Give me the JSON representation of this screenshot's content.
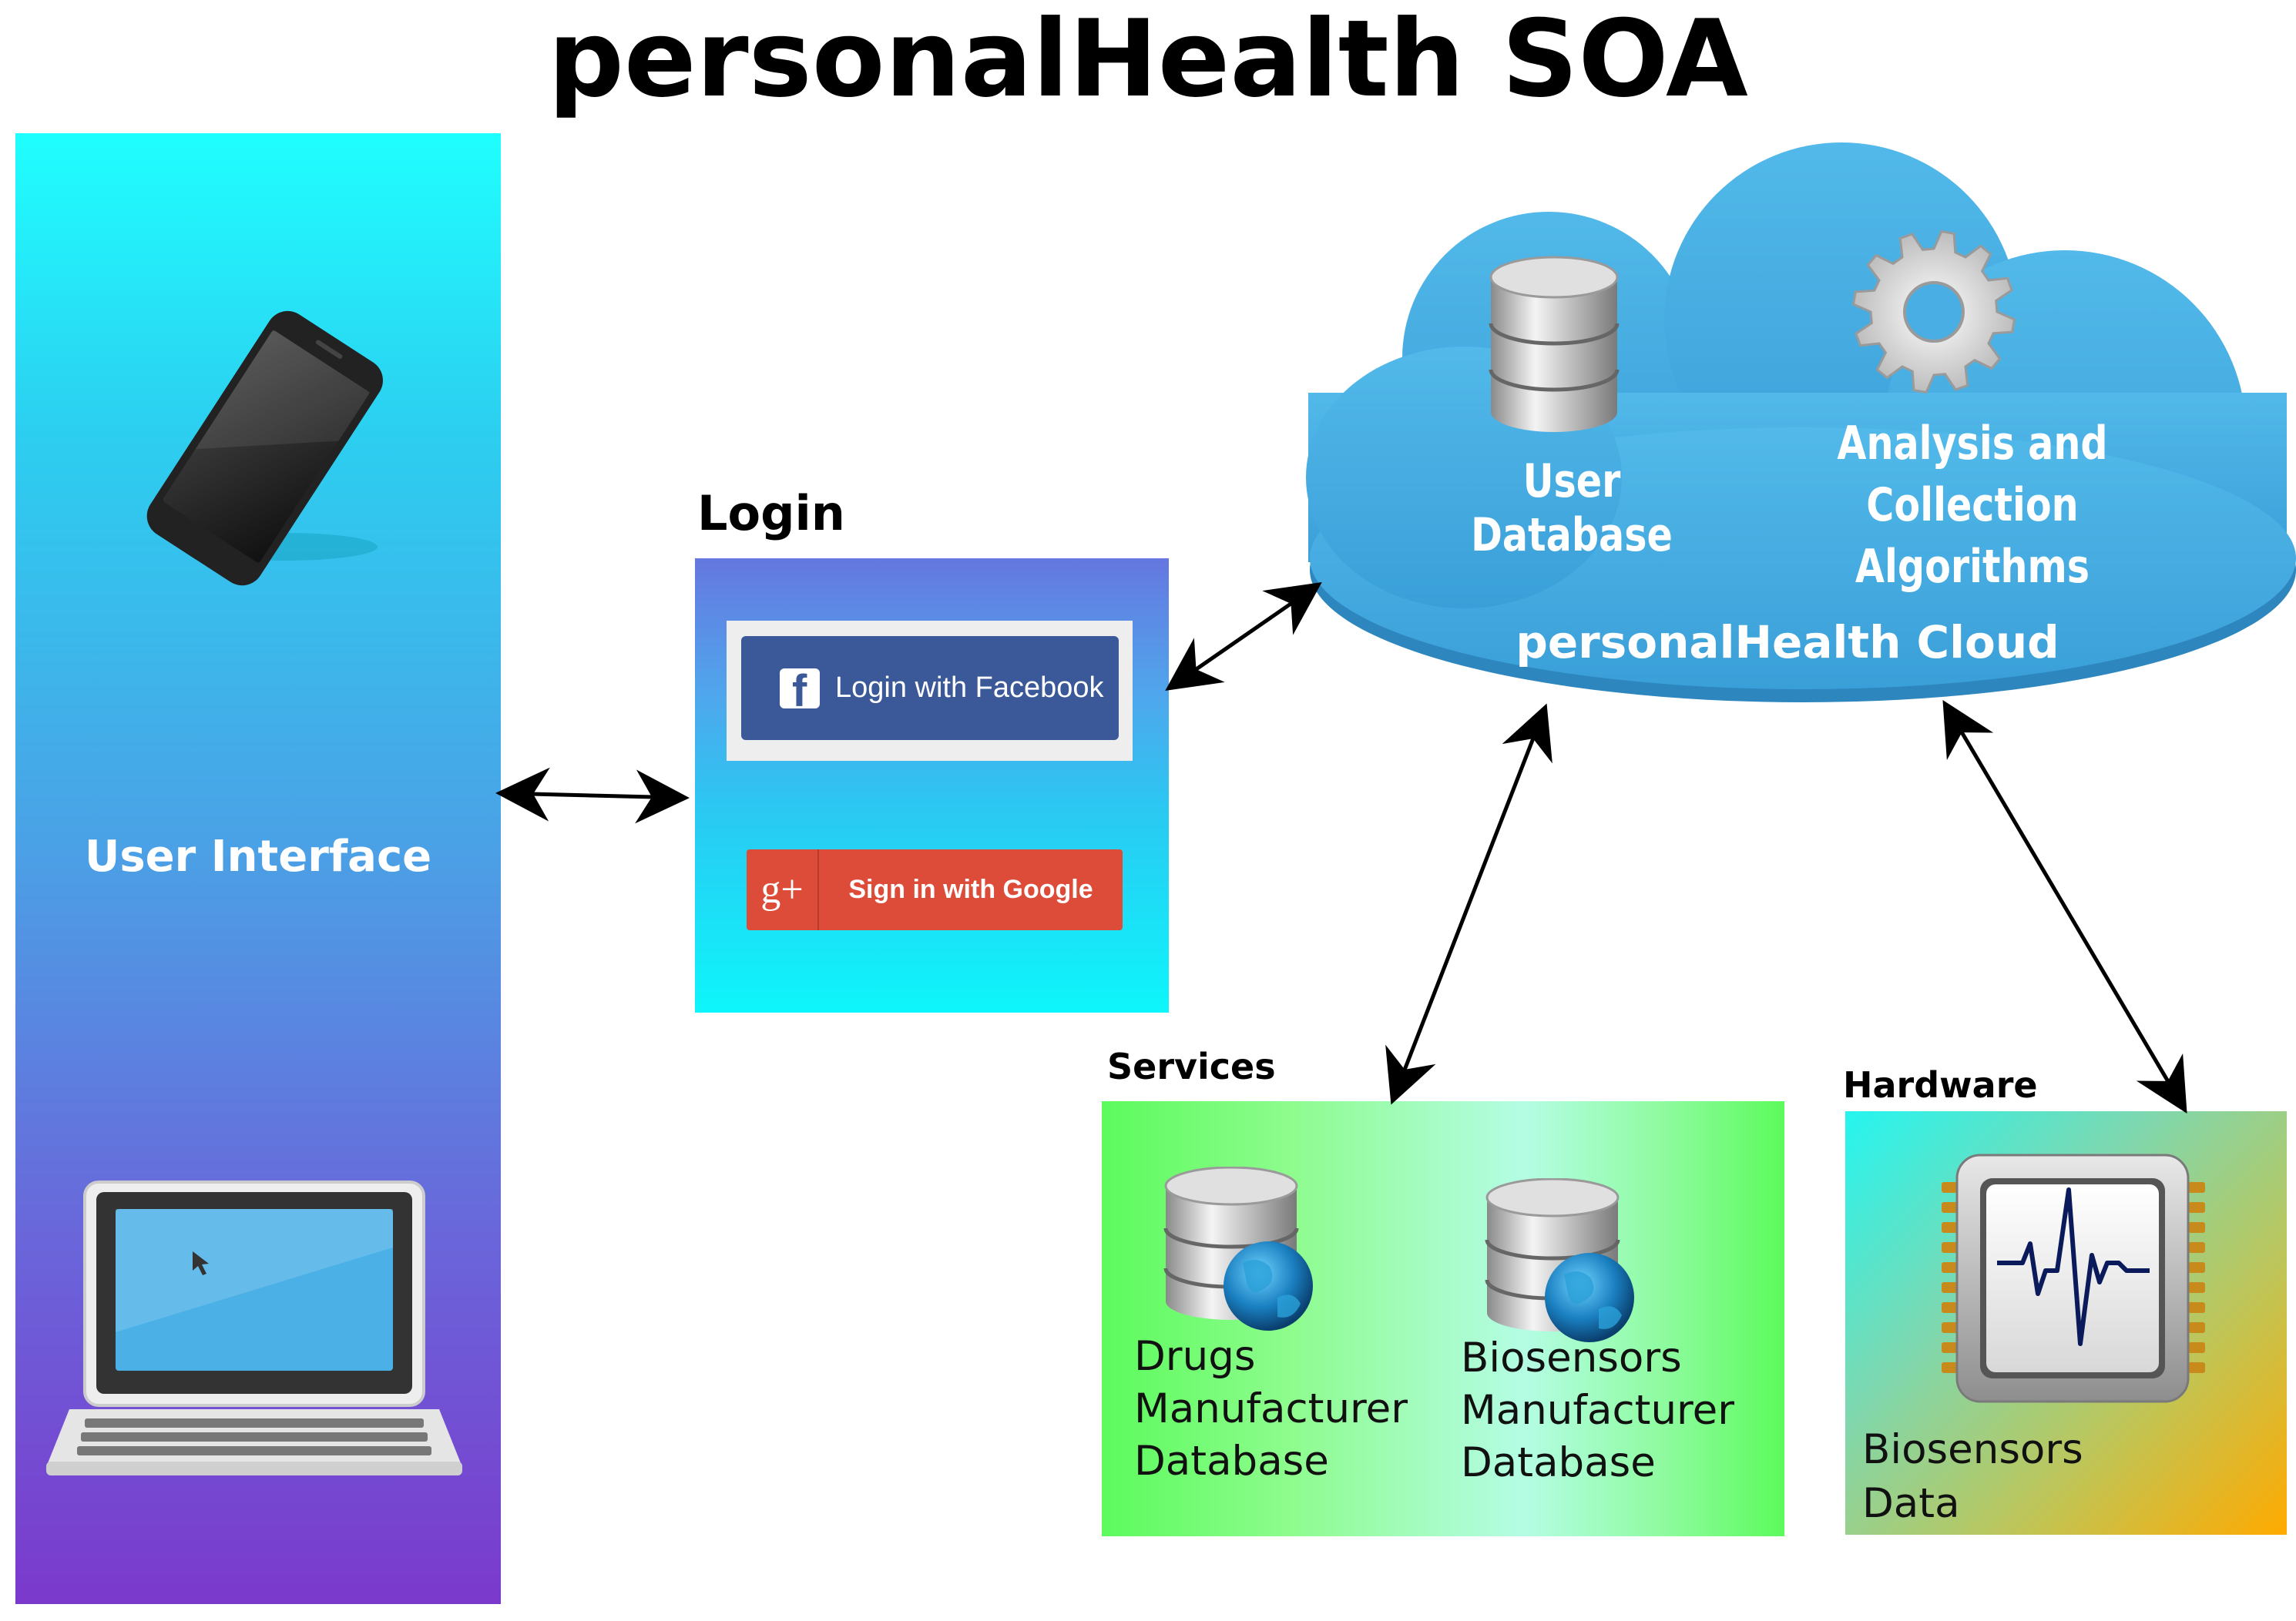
{
  "title": "personalHealth SOA",
  "user_interface": {
    "label": "User Interface",
    "icons": [
      "smartphone-icon",
      "laptop-icon"
    ]
  },
  "login": {
    "heading": "Login",
    "facebook": {
      "label": "Login with Facebook",
      "icon": "facebook-icon"
    },
    "google": {
      "label": "Sign in with Google",
      "icon": "google-plus-icon",
      "icon_text": "g+"
    }
  },
  "cloud": {
    "name": "personalHealth Cloud",
    "user_database": "User Database",
    "algorithms": [
      "Analysis and Collection",
      "Algorithms"
    ],
    "icons": [
      "database-icon",
      "gear-icon"
    ]
  },
  "services": {
    "heading": "Services",
    "items": [
      {
        "lines": [
          "Drugs",
          "Manufacturer",
          "Database"
        ],
        "icon": "web-database-icon"
      },
      {
        "lines": [
          "Biosensors",
          "Manufacturer",
          "Database"
        ],
        "icon": "web-database-icon"
      }
    ]
  },
  "hardware": {
    "heading": "Hardware",
    "label_lines": [
      "Biosensors",
      "Data"
    ],
    "icon": "biosensor-chip-icon"
  },
  "colors": {
    "cloud": "#49aee3",
    "facebook": "#3b5998",
    "google": "#dd4b39"
  }
}
